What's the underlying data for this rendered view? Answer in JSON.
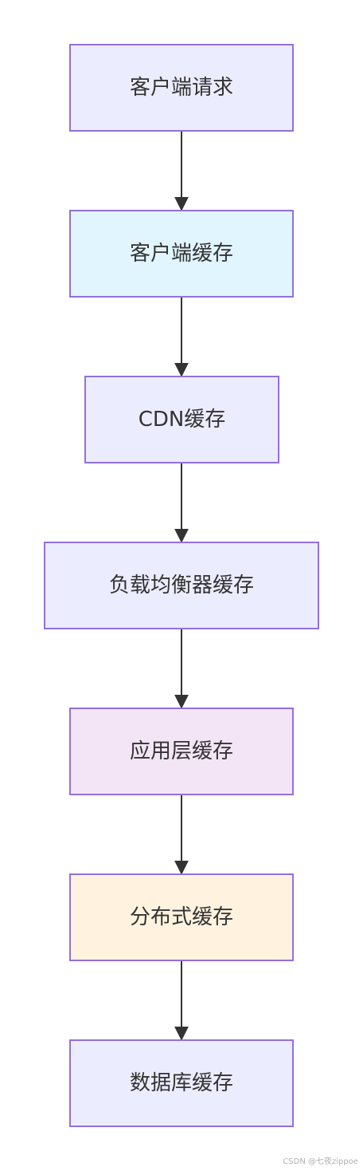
{
  "diagram": {
    "type": "flowchart",
    "direction": "top-down",
    "nodes": [
      {
        "id": "n1",
        "label": "客户端请求",
        "fill": "#ececff"
      },
      {
        "id": "n2",
        "label": "客户端缓存",
        "fill": "#e1f5fe"
      },
      {
        "id": "n3",
        "label": "CDN缓存",
        "fill": "#ececff"
      },
      {
        "id": "n4",
        "label": "负载均衡器缓存",
        "fill": "#ececff"
      },
      {
        "id": "n5",
        "label": "应用层缓存",
        "fill": "#f3e5f5"
      },
      {
        "id": "n6",
        "label": "分布式缓存",
        "fill": "#fff3e0"
      },
      {
        "id": "n7",
        "label": "数据库缓存",
        "fill": "#ececff"
      }
    ],
    "edges": [
      {
        "from": "n1",
        "to": "n2"
      },
      {
        "from": "n2",
        "to": "n3"
      },
      {
        "from": "n3",
        "to": "n4"
      },
      {
        "from": "n4",
        "to": "n5"
      },
      {
        "from": "n5",
        "to": "n6"
      },
      {
        "from": "n6",
        "to": "n7"
      }
    ],
    "colors": {
      "node_border": "#9370db",
      "edge": "#333333",
      "text": "#333333"
    }
  },
  "watermark": "CSDN @七夜zippoe"
}
